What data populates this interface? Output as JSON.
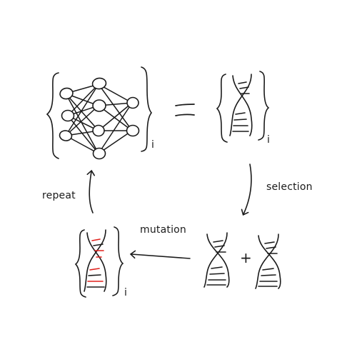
{
  "labels": {
    "selection": "selection",
    "repeat": "repeat",
    "mutation": "mutation",
    "plus": "+",
    "index": "i"
  },
  "colors": {
    "ink": "#1a1a1a",
    "mutation": "#e0201c"
  },
  "icons": {
    "network": "neural-network-icon",
    "dna": "dna-helix-icon"
  }
}
